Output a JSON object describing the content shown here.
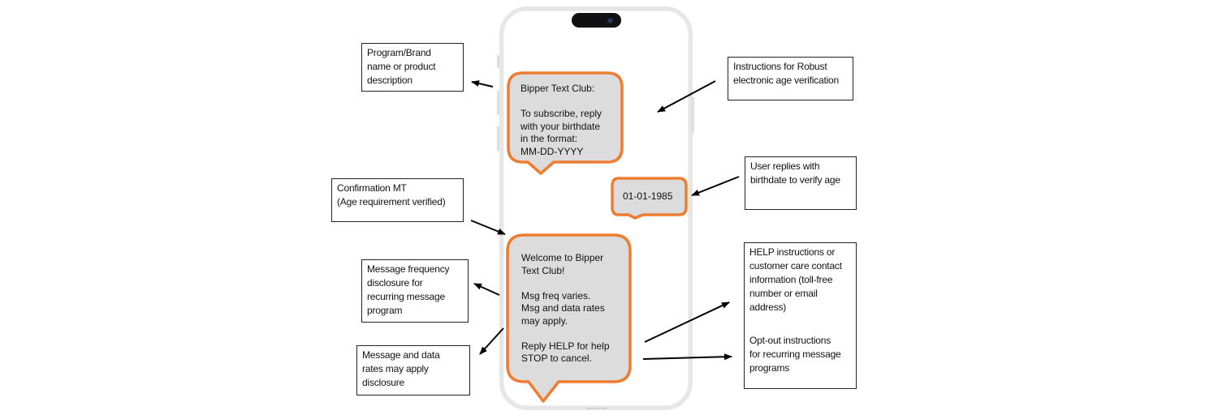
{
  "colors": {
    "bubble_border": "#ED7D31",
    "bubble_fill": "#DCDCDC",
    "phone_frame": "#E6E6E6",
    "arrow": "#000000",
    "note_border": "#222222"
  },
  "phone": {
    "messages": [
      {
        "id": "subscribe-prompt",
        "direction": "incoming",
        "text": "Bipper Text Club:\n\nTo subscribe, reply\nwith your birthdate\nin the format:\nMM-DD-YYYY"
      },
      {
        "id": "birthdate-reply",
        "direction": "outgoing",
        "text": "01-01-1985"
      },
      {
        "id": "confirmation",
        "direction": "incoming",
        "text": "Welcome to Bipper\nText Club!\n\nMsg freq varies.\nMsg and data rates\nmay apply.\n\nReply HELP for help\nSTOP to cancel."
      }
    ]
  },
  "annotations": {
    "program_brand": {
      "lines": [
        "Program/Brand",
        "name or product",
        "description"
      ]
    },
    "age_verification_instructions": {
      "lines": [
        "Instructions for Robust",
        "electronic age verification"
      ]
    },
    "user_replies": {
      "lines": [
        "User replies with",
        "birthdate to verify age"
      ]
    },
    "confirmation_mt": {
      "lines": [
        "Confirmation MT",
        "(Age requirement verified)"
      ]
    },
    "message_frequency": {
      "lines": [
        "Message frequency",
        "disclosure for",
        "recurring message",
        "program"
      ]
    },
    "data_rates": {
      "lines": [
        "Message and data",
        "rates may apply",
        "disclosure"
      ]
    },
    "help_instructions": {
      "lines": [
        "HELP instructions or",
        "customer care contact",
        "information (toll-free",
        "number or email",
        "address)"
      ]
    },
    "opt_out": {
      "lines": [
        "Opt-out instructions",
        "for recurring message",
        "programs"
      ]
    }
  }
}
